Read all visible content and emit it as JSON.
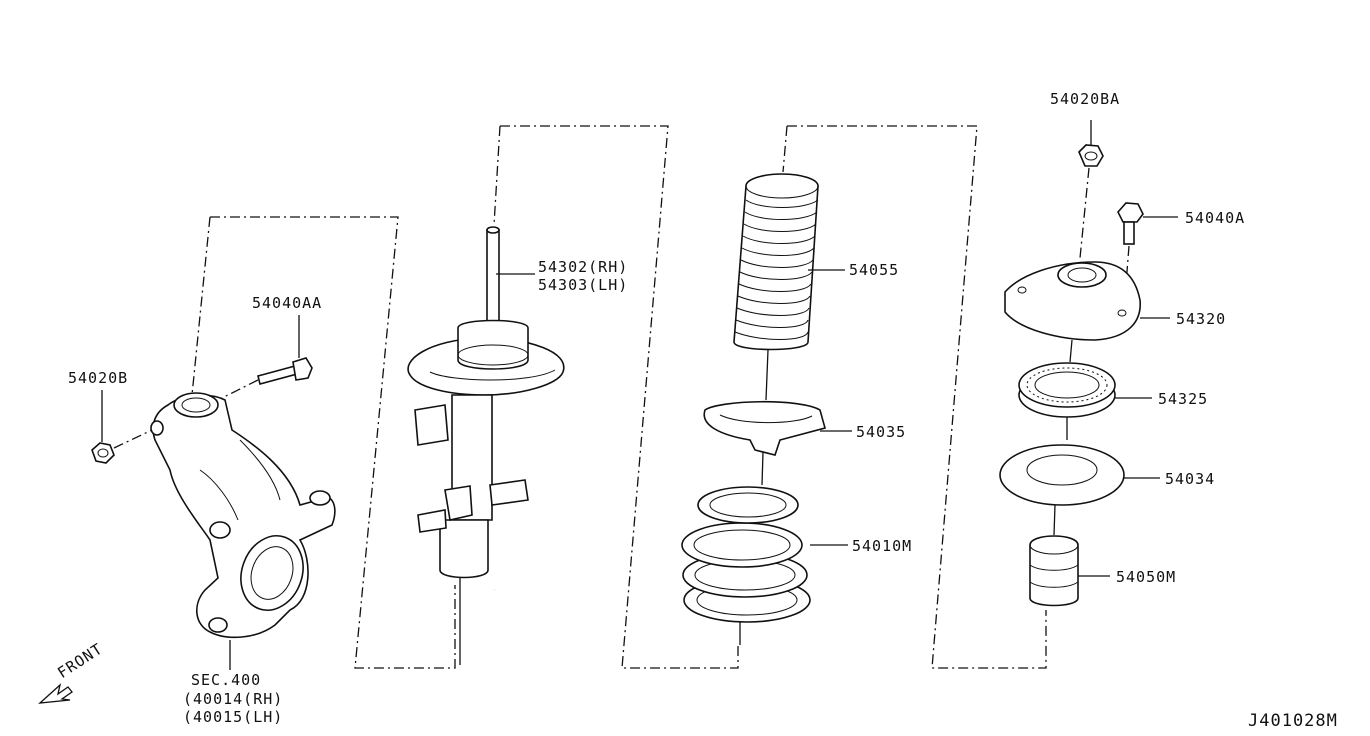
{
  "diagram_id": "J401028M",
  "labels": {
    "p54020BA": "54020BA",
    "p54040A": "54040A",
    "p54320": "54320",
    "p54325": "54325",
    "p54034": "54034",
    "p54050M": "54050M",
    "p54055": "54055",
    "p54035": "54035",
    "p54010M": "54010M",
    "p54302": "54302(RH)",
    "p54303": "54303(LH)",
    "p54040AA": "54040AA",
    "p54020B": "54020B",
    "sec": "SEC.400",
    "p40014": "(40014(RH)",
    "p40015": "(40015(LH)",
    "front": "FRONT"
  }
}
